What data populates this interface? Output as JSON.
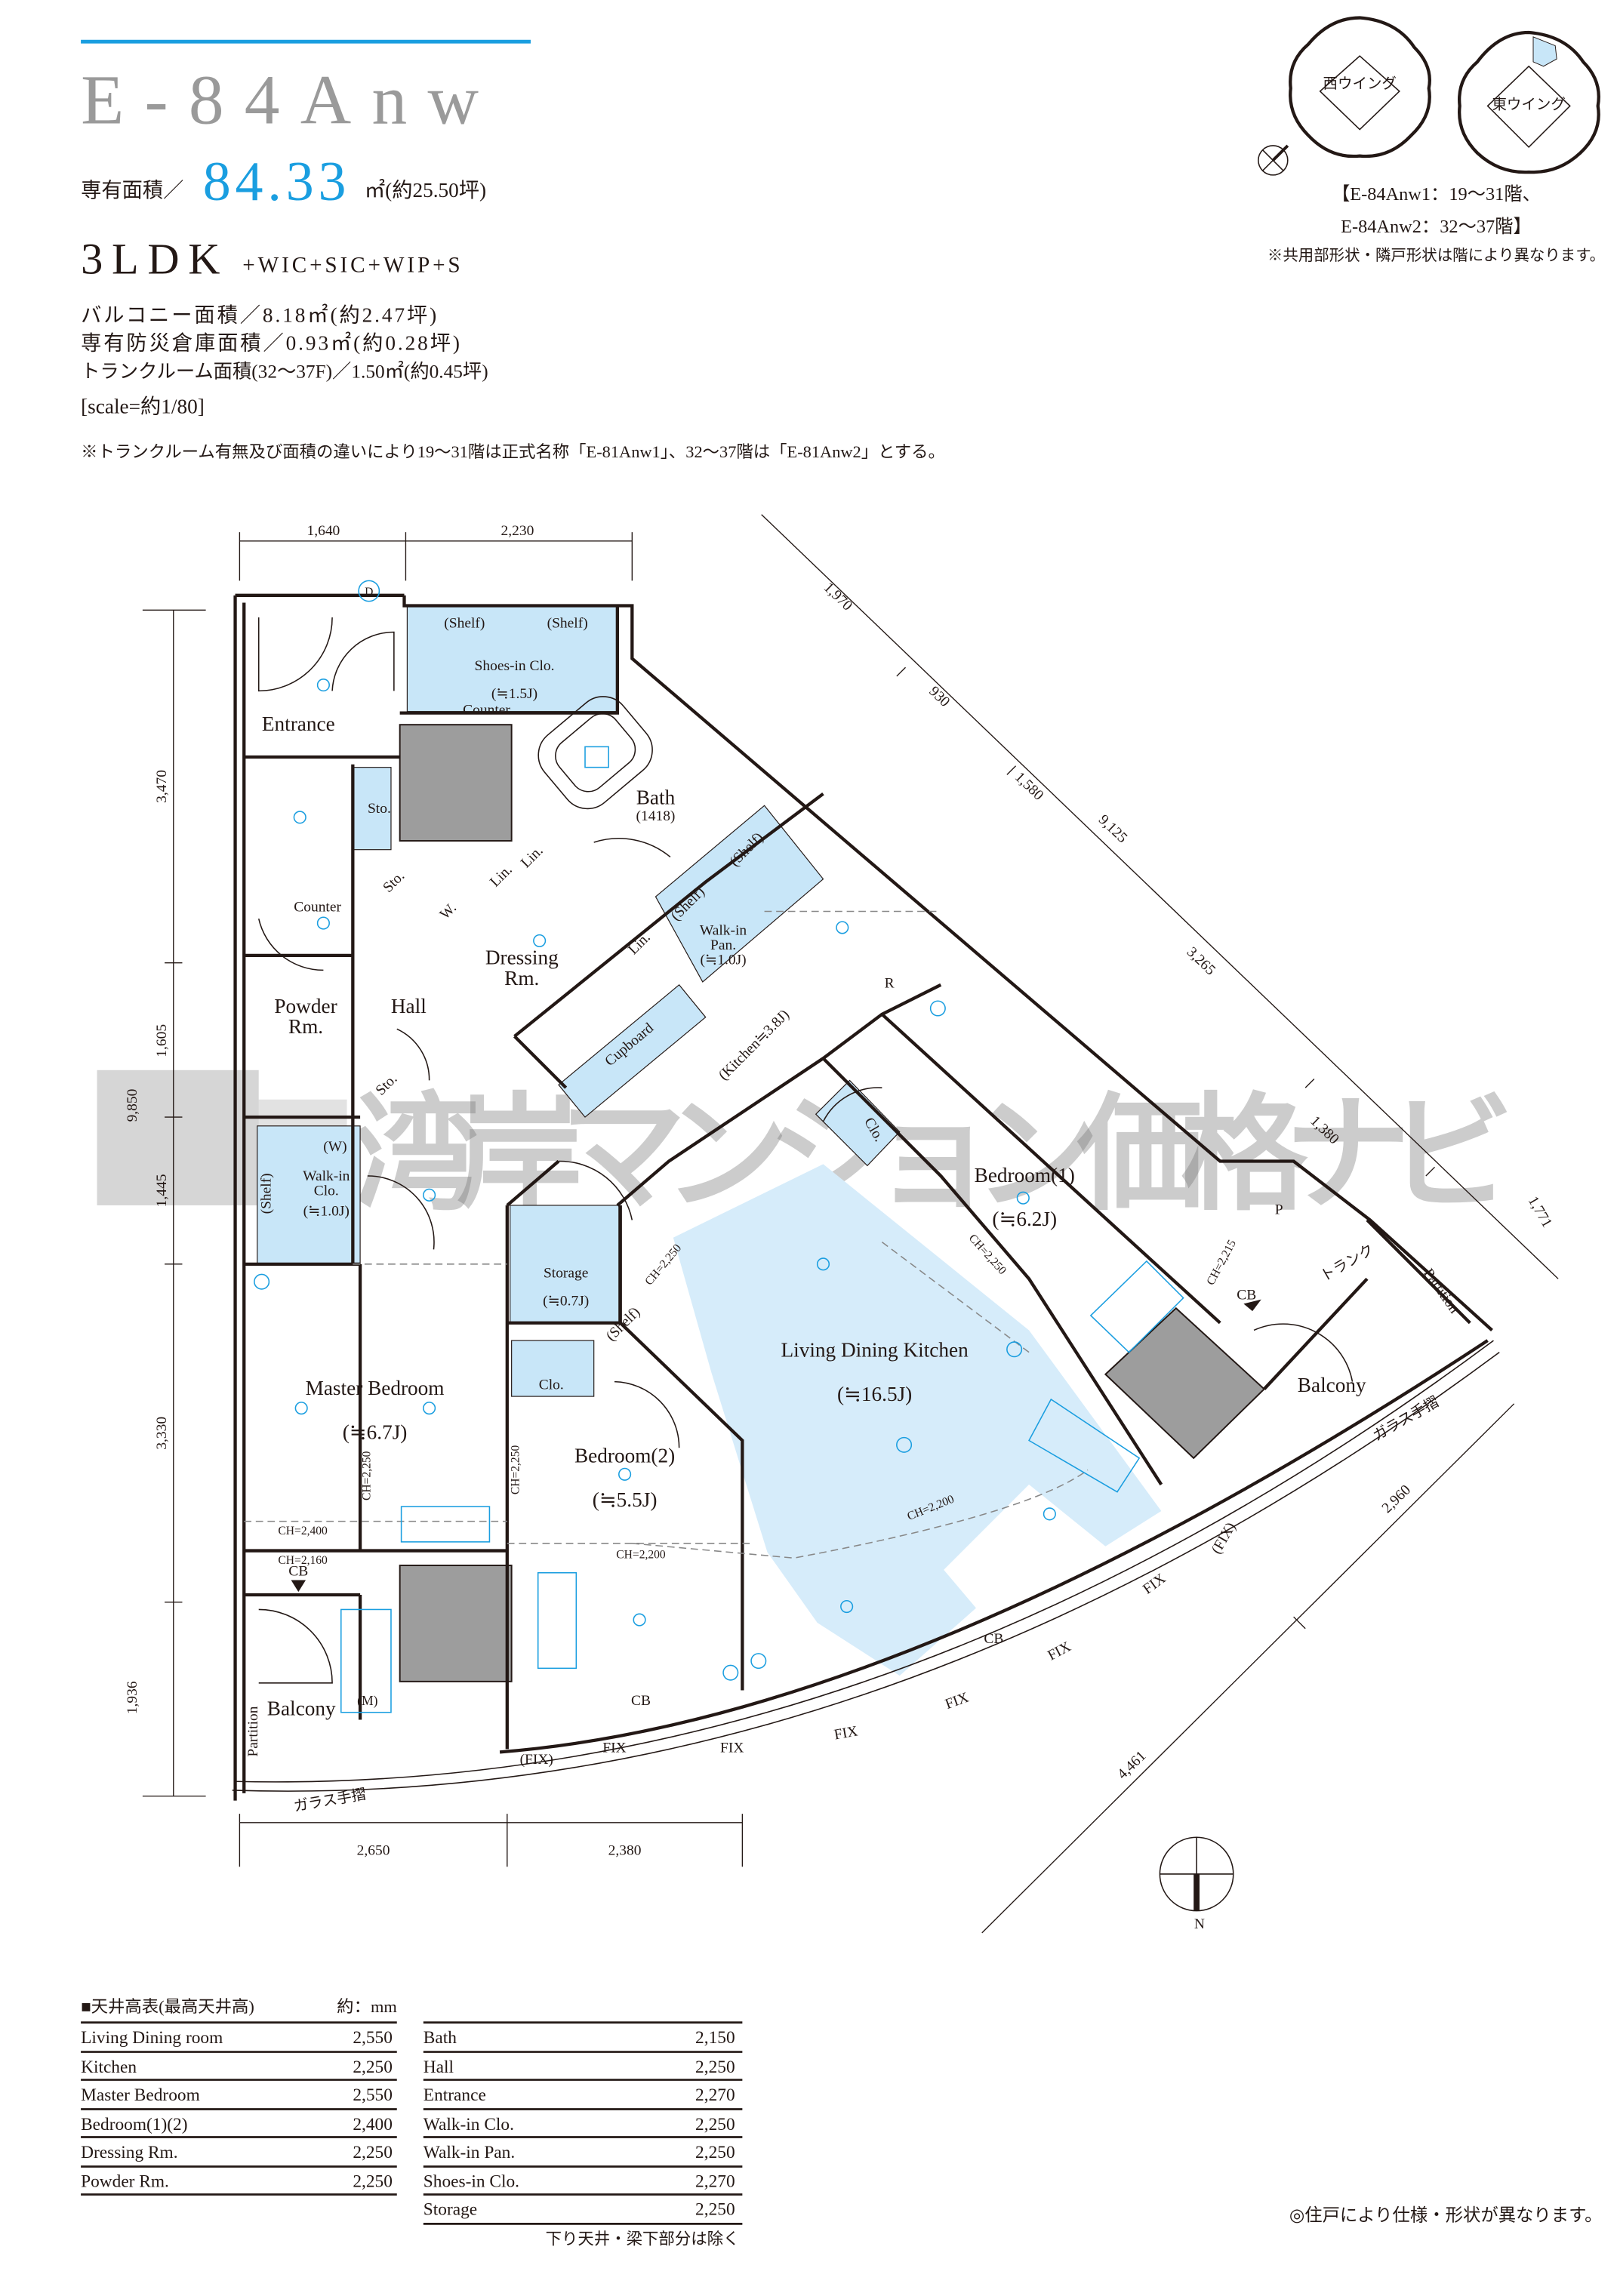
{
  "header": {
    "title": "E-84Anw",
    "area_label": "専有面積／",
    "area_value": "84.33",
    "area_unit": "㎡(約25.50坪)",
    "layout_main": "3LDK",
    "layout_extra": "+WIC+SIC+WIP+S",
    "balcony_area": "バルコニー面積／8.18㎡(約2.47坪)",
    "disaster_storage_area": "専有防災倉庫面積／0.93㎡(約0.28坪)",
    "trunk_room_area": "トランクルーム面積(32〜37F)／1.50㎡(約0.45坪)",
    "scale": "[scale=約1/80]",
    "note": "※トランクルーム有無及び面積の違いにより19〜31階は正式名称「E-81Anw1」、32〜37階は「E-81Anw2」とする。",
    "accent_color": "#1a9ee0"
  },
  "keymap": {
    "west_wing": "西ウイング",
    "east_wing": "東ウイング",
    "floors_line1": "【E-84Anw1：19〜31階、",
    "floors_line2": "E-84Anw2：32〜37階】",
    "note": "※共用部形状・隣戸形状は階により異なります。",
    "compass_n": "N"
  },
  "plan": {
    "dims": {
      "top": [
        "1,640",
        "2,230"
      ],
      "left": [
        "3,470",
        "1,605",
        "1,445",
        "9,850",
        "3,330",
        "1,936"
      ],
      "bottom": [
        "2,650",
        "2,380"
      ],
      "diagonal": [
        "1,970",
        "930",
        "1,580",
        "9,125",
        "3,265",
        "1,380",
        "1,771",
        "2,960",
        "4,461"
      ]
    },
    "rooms": {
      "entrance": "Entrance",
      "shoes_clo": "Shoes-in Clo.",
      "shoes_clo_size": "(≒1.5J)",
      "counter1": "Counter",
      "shelf1": "(Shelf)",
      "shelf2": "(Shelf)",
      "bath": "Bath",
      "bath_size": "(1418)",
      "sto1": "Sto.",
      "sto2": "Sto.",
      "sto3": "Sto.",
      "lin1": "Lin.",
      "lin2": "Lin.",
      "lin3": "Lin.",
      "w": "W.",
      "dressing": "Dressing",
      "dressing2": "Rm.",
      "counter2": "Counter",
      "powder": "Powder",
      "powder2": "Rm.",
      "hall": "Hall",
      "walkin_clo_w": "(W)",
      "walkin_clo": "Walk-in",
      "walkin_clo2": "Clo.",
      "walkin_clo_size": "(≒1.0J)",
      "shelf3": "(Shelf)",
      "walkin_pan": "Walk-in",
      "walkin_pan2": "Pan.",
      "walkin_pan_size": "(≒1.0J)",
      "shelf4": "(Shelf)",
      "shelf5": "(Shelf)",
      "cupboard": "Cupboard",
      "kitchen": "(Kitchen≒3.8J)",
      "r": "R",
      "bedroom1": "Bedroom(1)",
      "bedroom1_size": "(≒6.2J)",
      "clo1": "Clo.",
      "storage": "Storage",
      "storage_size": "(≒0.7J)",
      "shelf6": "(Shelf)",
      "ldk": "Living Dining Kitchen",
      "ldk_size": "(≒16.5J)",
      "master": "Master Bedroom",
      "master_size": "(≒6.7J)",
      "clo2": "Clo.",
      "bedroom2": "Bedroom(2)",
      "bedroom2_size": "(≒5.5J)",
      "balcony1": "Balcony",
      "balcony2": "Balcony",
      "partition1": "Partition",
      "partition2": "Partition",
      "glass_rail1": "ガラス手摺",
      "glass_rail2": "ガラス手摺",
      "trunk": "トランク",
      "cb1": "CB",
      "cb2": "CB",
      "cb3": "CB",
      "cb4": "CB",
      "fix": [
        "FIX",
        "FIX",
        "FIX",
        "FIX",
        "FIX",
        "FIX",
        "(FIX)",
        "(FIX)"
      ],
      "ch": [
        "CH=2,250",
        "CH=2,250",
        "CH=2,215",
        "CH=2,200",
        "CH=2,200",
        "CH=2,250",
        "CH=2,250",
        "CH=2,400",
        "CH=2,160"
      ],
      "p": "P",
      "d": "D",
      "m": "(M)"
    }
  },
  "watermark": "湾岸マンション価格ナビ",
  "ceiling_table": {
    "title": "■天井高表(最高天井高)",
    "unit": "約：mm",
    "left": [
      {
        "room": "Living Dining room",
        "value": "2,550"
      },
      {
        "room": "Kitchen",
        "value": "2,250"
      },
      {
        "room": "Master Bedroom",
        "value": "2,550"
      },
      {
        "room": "Bedroom(1)(2)",
        "value": "2,400"
      },
      {
        "room": "Dressing Rm.",
        "value": "2,250"
      },
      {
        "room": "Powder Rm.",
        "value": "2,250"
      }
    ],
    "right": [
      {
        "room": "Bath",
        "value": "2,150"
      },
      {
        "room": "Hall",
        "value": "2,250"
      },
      {
        "room": "Entrance",
        "value": "2,270"
      },
      {
        "room": "Walk-in Clo.",
        "value": "2,250"
      },
      {
        "room": "Walk-in Pan.",
        "value": "2,250"
      },
      {
        "room": "Shoes-in Clo.",
        "value": "2,270"
      },
      {
        "room": "Storage",
        "value": "2,250"
      }
    ],
    "footnote": "下り天井・梁下部分は除く"
  },
  "footer_note": "◎住戸により仕様・形状が異なります。"
}
